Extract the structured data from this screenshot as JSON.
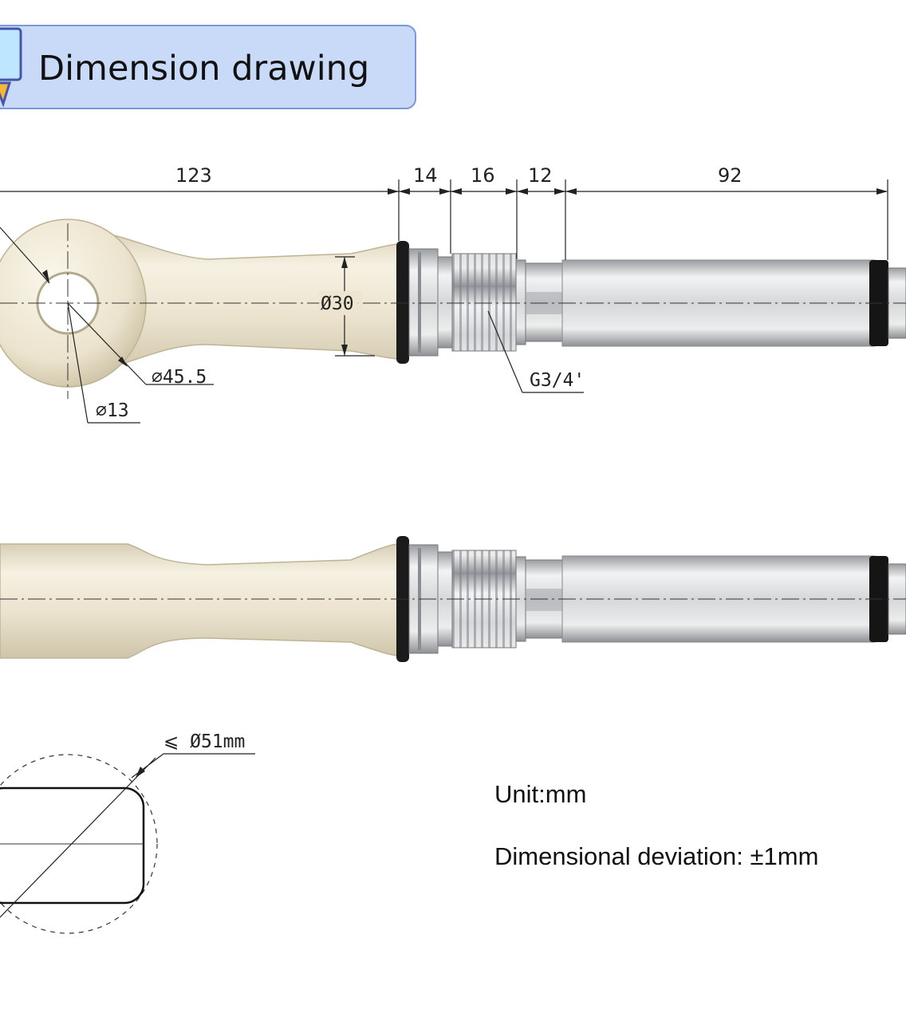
{
  "header": {
    "title": "Dimension drawing",
    "icon": "monitor-icon"
  },
  "dimensions": {
    "length_eye": "123",
    "length_seal": "14",
    "length_thread": "16",
    "length_hex": "12",
    "length_body": "92",
    "dia_neck": "Ø30",
    "dia_eye_outer": "⌀45.5",
    "dia_eye_hole": "⌀13",
    "thread": "G3/4'",
    "max_section": "⩽ Ø51mm"
  },
  "notes": {
    "unit": "Unit:mm",
    "deviation": "Dimensional deviation:  ±1mm"
  },
  "colors": {
    "header_bg": "#c9d9f8",
    "header_border": "#7b98d8",
    "ceramic": "#ece4cf",
    "steel": "#d6d8da",
    "line": "#222222"
  }
}
